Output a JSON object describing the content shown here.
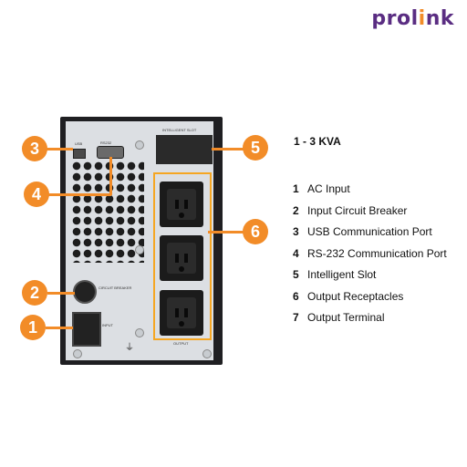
{
  "brand": {
    "logo_text_pre": "prol",
    "logo_text_accent": "i",
    "logo_text_post": "nk",
    "primary_color": "#5a2d82",
    "accent_color": "#f28c28"
  },
  "product_title": "1 - 3 KVA",
  "legend": [
    {
      "num": "1",
      "label": "AC Input"
    },
    {
      "num": "2",
      "label": "Input Circuit Breaker"
    },
    {
      "num": "3",
      "label": "USB Communication Port"
    },
    {
      "num": "4",
      "label": "RS-232 Communication Port"
    },
    {
      "num": "5",
      "label": "Intelligent Slot"
    },
    {
      "num": "6",
      "label": "Output Receptacles"
    },
    {
      "num": "7",
      "label": "Output Terminal"
    }
  ],
  "callouts": [
    "1",
    "2",
    "3",
    "4",
    "5",
    "6"
  ],
  "panel_labels": {
    "usb": "USB",
    "rs232": "RS232",
    "slot": "INTELLIGENT SLOT",
    "breaker": "CIRCUIT BREAKER",
    "input": "INPUT",
    "output": "OUTPUT"
  }
}
